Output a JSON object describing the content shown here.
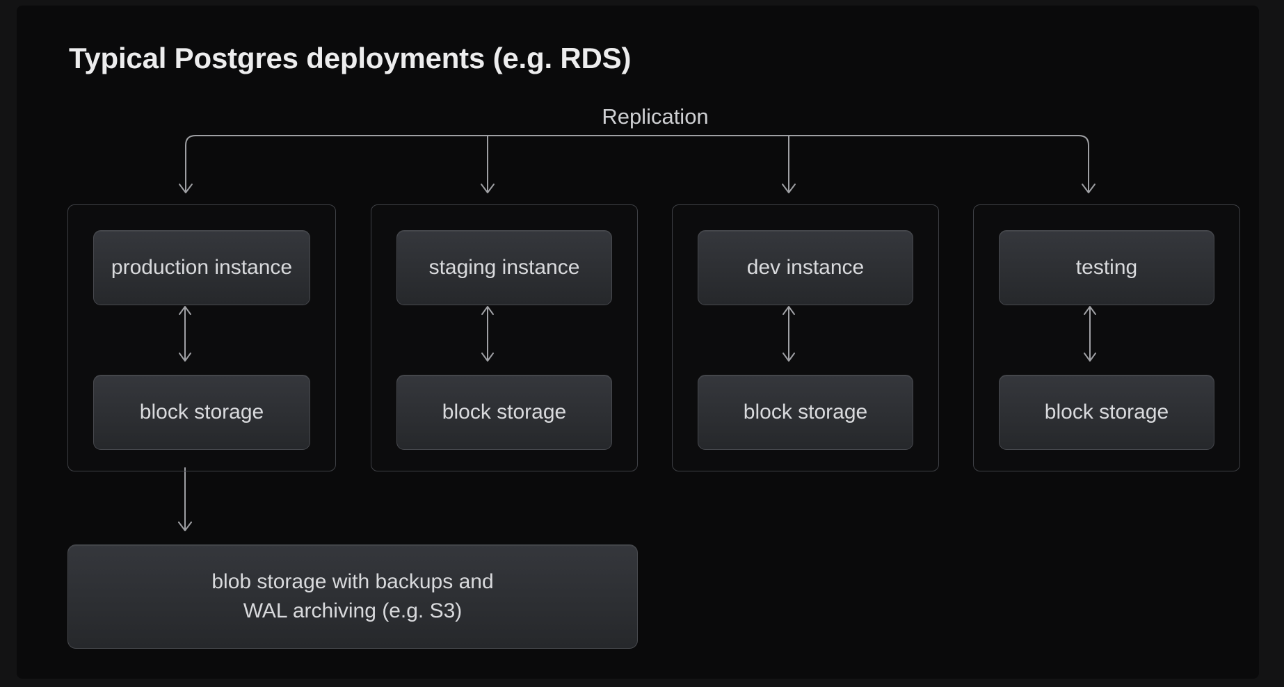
{
  "title": "Typical Postgres deployments (e.g. RDS)",
  "connector": {
    "label": "Replication"
  },
  "groups": [
    {
      "id": "production",
      "instance_label": "production instance",
      "storage_label": "block storage"
    },
    {
      "id": "staging",
      "instance_label": "staging instance",
      "storage_label": "block storage"
    },
    {
      "id": "dev",
      "instance_label": "dev instance",
      "storage_label": "block storage"
    },
    {
      "id": "testing",
      "instance_label": "testing",
      "storage_label": "block storage"
    }
  ],
  "blob_storage": {
    "line1": "blob storage with backups and",
    "line2": "WAL archiving (e.g. S3)"
  },
  "colors": {
    "bg-outer": "#131314",
    "bg-canvas": "#0a0a0b",
    "group-border": "#3f4146",
    "node-border": "#47494e",
    "node-fill-top": "#35373c",
    "node-fill-bottom": "#26282b",
    "connector": "#9fa0a4",
    "title-text": "#ededee",
    "label-text": "#d9dadd",
    "replication-text": "#cfd0d3"
  }
}
